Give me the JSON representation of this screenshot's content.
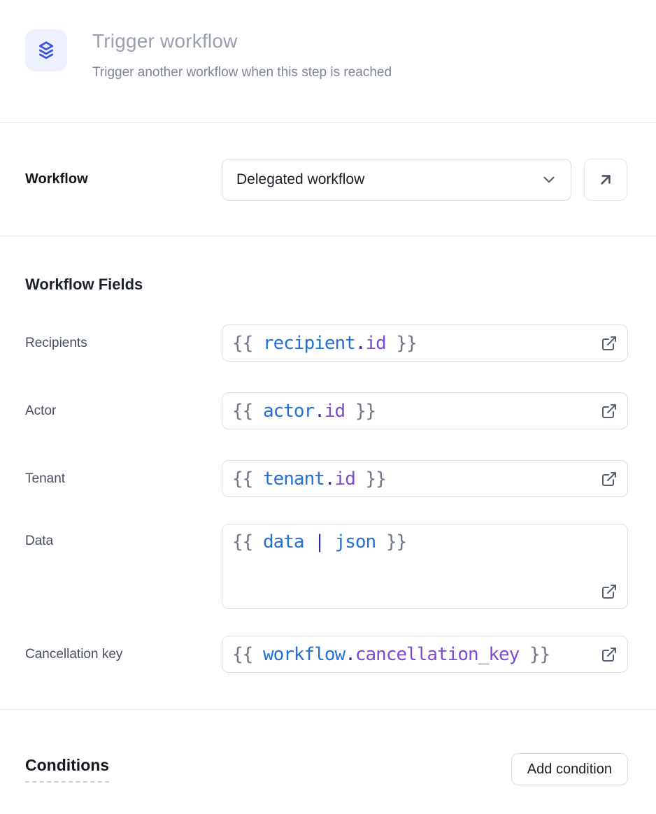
{
  "colors": {
    "icon_bg": "#edf1fd",
    "icon_blue": "#3c55de",
    "token_brace": "#6e7683",
    "token_var": "#2270d8",
    "token_punct": "#2d2f96",
    "token_prop": "#7d4bd1"
  },
  "header": {
    "icon": "layers-icon",
    "title": "Trigger workflow",
    "subtitle": "Trigger another workflow when this step is reached"
  },
  "workflow_row": {
    "label": "Workflow",
    "select_value": "Delegated workflow",
    "select_icon": "chevron-down-icon",
    "open_button_icon": "arrow-up-right-icon"
  },
  "workflow_fields": {
    "heading": "Workflow Fields",
    "rows": [
      {
        "label": "Recipients",
        "multiline": false,
        "icon": "external-link-icon",
        "tokens": [
          {
            "type": "brace",
            "text": "{{ "
          },
          {
            "type": "var",
            "text": "recipient"
          },
          {
            "type": "punct",
            "text": "."
          },
          {
            "type": "prop",
            "text": "id"
          },
          {
            "type": "brace",
            "text": " }}"
          }
        ]
      },
      {
        "label": "Actor",
        "multiline": false,
        "icon": "external-link-icon",
        "tokens": [
          {
            "type": "brace",
            "text": "{{ "
          },
          {
            "type": "var",
            "text": "actor"
          },
          {
            "type": "punct",
            "text": "."
          },
          {
            "type": "prop",
            "text": "id"
          },
          {
            "type": "brace",
            "text": " }}"
          }
        ]
      },
      {
        "label": "Tenant",
        "multiline": false,
        "icon": "external-link-icon",
        "tokens": [
          {
            "type": "brace",
            "text": "{{ "
          },
          {
            "type": "var",
            "text": "tenant"
          },
          {
            "type": "punct",
            "text": "."
          },
          {
            "type": "prop",
            "text": "id"
          },
          {
            "type": "brace",
            "text": " }}"
          }
        ]
      },
      {
        "label": "Data",
        "multiline": true,
        "icon": "external-link-icon",
        "tokens": [
          {
            "type": "brace",
            "text": "{{ "
          },
          {
            "type": "var",
            "text": "data"
          },
          {
            "type": "punct",
            "text": " | "
          },
          {
            "type": "var",
            "text": "json"
          },
          {
            "type": "brace",
            "text": " }}"
          }
        ]
      },
      {
        "label": "Cancellation key",
        "multiline": false,
        "icon": "external-link-icon",
        "tokens": [
          {
            "type": "brace",
            "text": "{{ "
          },
          {
            "type": "var",
            "text": "workflow"
          },
          {
            "type": "punct",
            "text": "."
          },
          {
            "type": "prop",
            "text": "cancellation_key"
          },
          {
            "type": "brace",
            "text": " }}"
          }
        ]
      }
    ]
  },
  "conditions": {
    "heading": "Conditions",
    "add_button_label": "Add condition"
  }
}
